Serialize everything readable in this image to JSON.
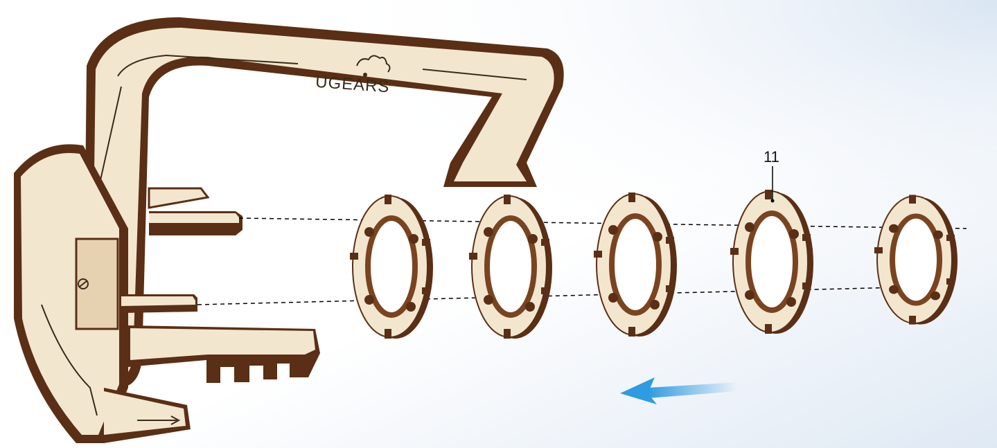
{
  "diagram": {
    "logo": "UGEARS",
    "part_label": "11",
    "ring_count": 5,
    "colors": {
      "background_top_right": "#dfe9f4",
      "background_main": "#ffffff",
      "wood_face": "#f3e6cf",
      "wood_edge": "#5a2f15",
      "wood_edge_light": "#7a4420",
      "arrow_blue": "#2f9be0",
      "guide_line": "#000000"
    },
    "icons": [
      "direction-arrow-icon",
      "ugears-logo-icon"
    ]
  }
}
